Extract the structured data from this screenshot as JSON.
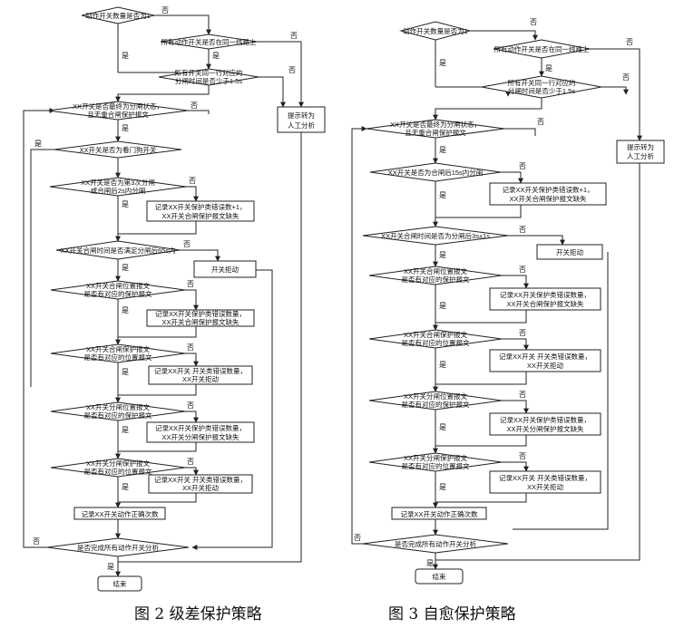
{
  "diagram2": {
    "caption": "图 2  级差保护策略",
    "n_start": "动作开关数量是否为1",
    "n_sameline": "所有动作开关是否在同一线路上",
    "n_time1": [
      "所有开关同一行对应的",
      "分闸时间是否少于1.5s"
    ],
    "n_manual": [
      "提示转为",
      "人工分析"
    ],
    "n_final": [
      "XX开关是否最终为分闸状态，",
      "且无重合闸保护报文"
    ],
    "n_door": "XX开关是否为看门狗开关",
    "n_second": [
      "XX开关是否为第3次分闸",
      "或合闸后2s内分闸"
    ],
    "n_rec1": [
      "记录XX开关保护类错误数+1，",
      "XX开关合闸保护报文缺失"
    ],
    "n_time65": "XX开关合闸时间是否满足分闸后65s内",
    "n_refuse": "开关拒动",
    "n_closepos": [
      "XX开关合闸位置报文",
      "是否有对应的保护报文"
    ],
    "n_rec2": [
      "记录XX开关保护类错误数量，",
      "XX开关合闸保护报文缺失"
    ],
    "n_closeprot": [
      "XX开关合闸保护报文",
      "是否有对应的位置报文"
    ],
    "n_rec3": [
      "记录XX开关 开关类错误数量，",
      "XX开关拒动"
    ],
    "n_openpos": [
      "XX开关分闸位置报文",
      "是否有对应的保护报文"
    ],
    "n_rec4": [
      "记录XX开关保护类错误数量，",
      "XX开关分闸保护报文缺失"
    ],
    "n_openprot": [
      "XX开关分闸保护报文",
      "是否有对应的位置报文"
    ],
    "n_rec5": [
      "记录XX开关 开关类错误数量，",
      "XX开关拒动"
    ],
    "n_correct": "记录XX开关动作正确次数",
    "n_done": "是否完成所有动作开关分析",
    "n_end": "结束"
  },
  "diagram3": {
    "caption": "图 3  自愈保护策略",
    "n_start": "动作开关数量是否为1",
    "n_sameline": "所有动作开关是否在同一线路上",
    "n_time1": [
      "所有开关同一行对应的",
      "分闸时间是否少于1.5s"
    ],
    "n_manual": [
      "提示转为",
      "人工分析"
    ],
    "n_final": [
      "XX开关是否最终为分闸状态，",
      "且无重合闸保护报文"
    ],
    "n_15s": "XX开关是否为合闸后15s内分闸",
    "n_rec1": [
      "记录XX开关保护类错误数+1，",
      "XX开关合闸保护报文缺失"
    ],
    "n_3s": "XX开关合闸时间是否为分闸后3s±1s",
    "n_refuse": "开关拒动",
    "n_closepos": [
      "XX开关合闸位置报文",
      "是否有对应的保护报文"
    ],
    "n_rec2": [
      "记录XX开关保护类错误数量，",
      "XX开关合闸保护报文缺失"
    ],
    "n_closeprot": [
      "XX开关合闸保护报文",
      "是否有对应的位置报文"
    ],
    "n_rec3": [
      "记录XX开关 开关类错误数量，",
      "XX开关拒动"
    ],
    "n_openpos": [
      "XX开关分闸位置报文",
      "是否有对应的保护报文"
    ],
    "n_rec4": [
      "记录XX开关保护类错误数量，",
      "XX开关分闸保护报文缺失"
    ],
    "n_openprot": [
      "XX开关分闸保护报文",
      "是否有对应的位置报文"
    ],
    "n_rec5": [
      "记录XX开关 开关类错误数量，",
      "XX开关拒动"
    ],
    "n_correct": "记录XX开关动作正确次数",
    "n_done": "是否完成所有动作开关分析",
    "n_end": "结束"
  },
  "edge_labels": {
    "yes": "是",
    "no": "否"
  }
}
